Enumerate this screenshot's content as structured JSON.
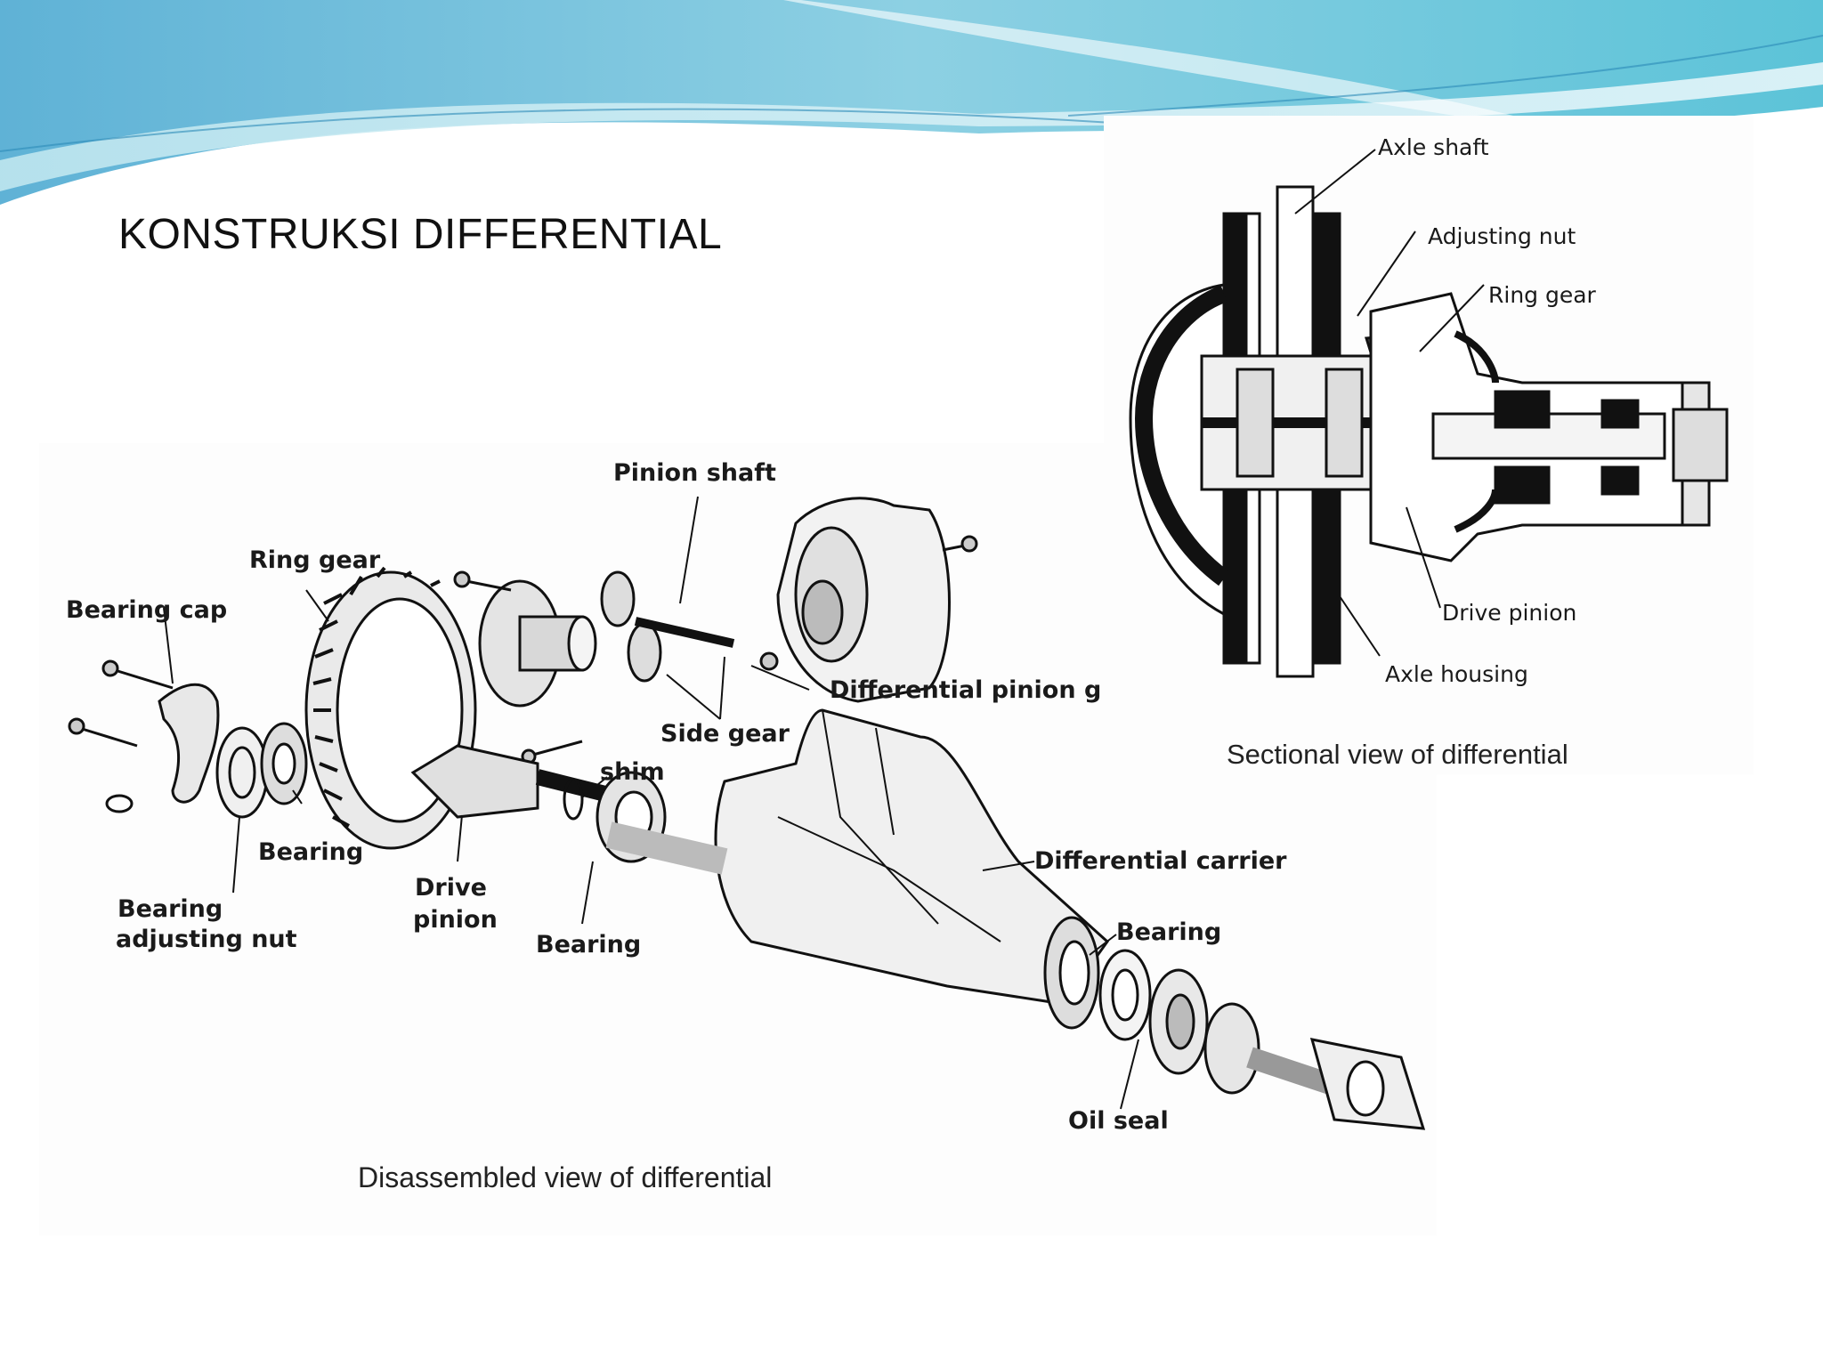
{
  "slide": {
    "title": "KONSTRUKSI DIFFERENTIAL",
    "header_colors": [
      "#6bb8d8",
      "#9ed9e6",
      "#3a9cc6"
    ]
  },
  "disassembled_view": {
    "caption": "Disassembled view of differential",
    "labels": {
      "pinion_shaft": "Pinion shaft",
      "ring_gear": "Ring gear",
      "bearing_cap": "Bearing cap",
      "differential_pinion": "Differential pinion g",
      "side_gear": "Side gear",
      "shim": "shim",
      "bearing_1": "Bearing",
      "drive_pinion_1": "Drive",
      "drive_pinion_2": "pinion",
      "bearing_adj_nut_1": "Bearing",
      "bearing_adj_nut_2": "adjusting nut",
      "bearing_2": "Bearing",
      "differential_carrier": "Differential carrier",
      "bearing_3": "Bearing",
      "oil_seal": "Oil seal"
    }
  },
  "sectional_view": {
    "caption": "Sectional view of differential",
    "labels": {
      "axle_shaft": "Axle shaft",
      "adjusting_nut": "Adjusting nut",
      "ring_gear": "Ring gear",
      "drive_pinion": "Drive pinion",
      "axle_housing": "Axle housing"
    }
  }
}
